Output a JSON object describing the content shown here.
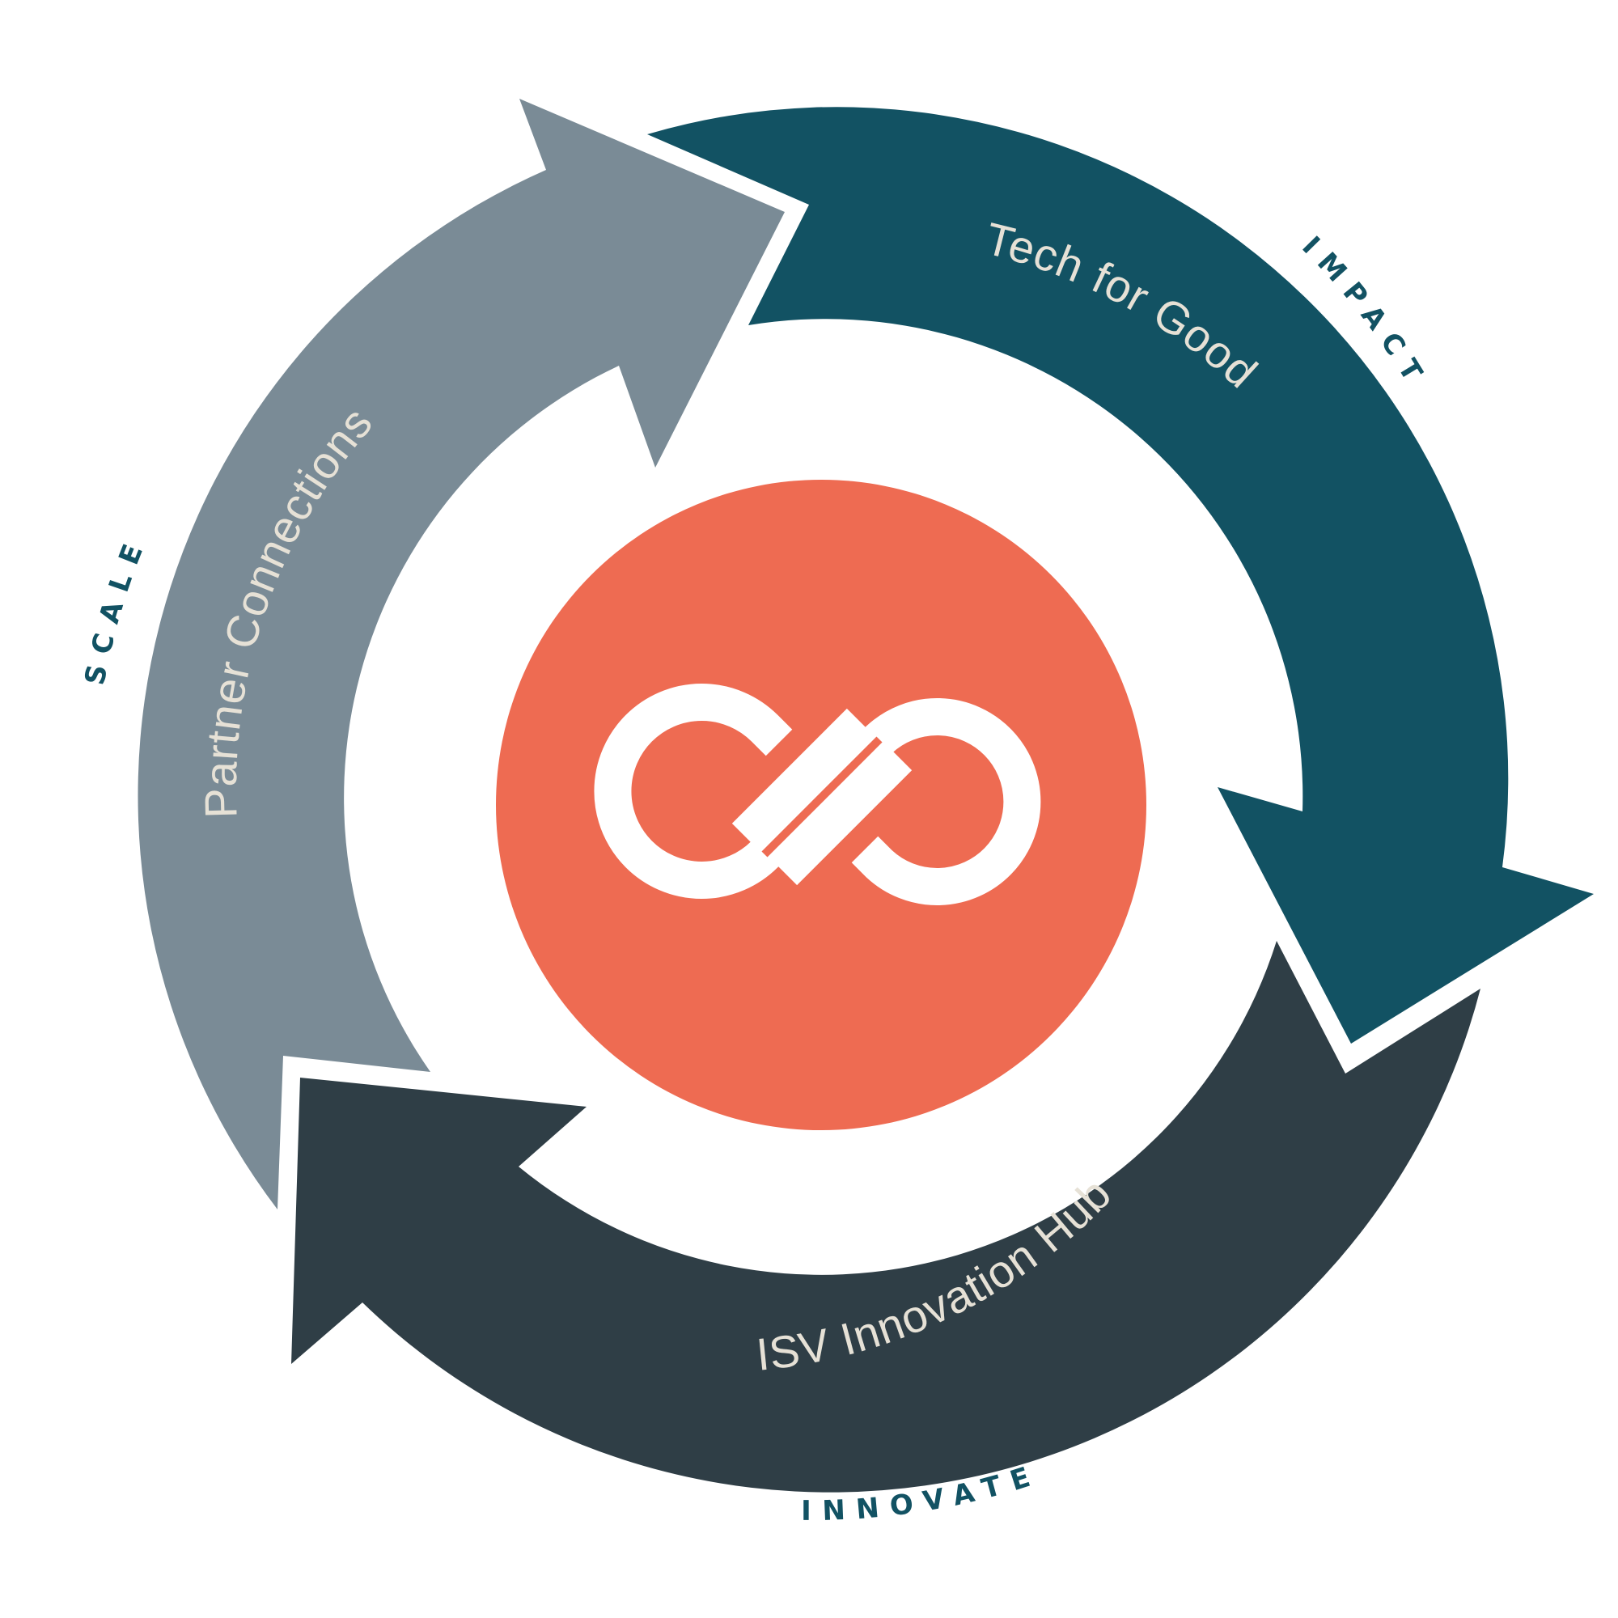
{
  "colors": {
    "background": "#ffffff",
    "tech_for_good": "#125263",
    "isv_innovation_hub": "#2f3e46",
    "partner_connections": "#7a8b96",
    "center_circle": "#ee6b52",
    "logo": "#ffffff",
    "ring_text": "#e6e1d6",
    "outer_text": "#125263"
  },
  "segments": [
    {
      "id": "tech-for-good",
      "label": "Tech for Good",
      "stage": "IMPACT"
    },
    {
      "id": "isv-innovation-hub",
      "label": "ISV Innovation Hub",
      "stage": "INNOVATE"
    },
    {
      "id": "partner-connections",
      "label": "Partner Connections",
      "stage": "SCALE"
    }
  ],
  "center": {
    "icon": "infinity-link-icon"
  }
}
